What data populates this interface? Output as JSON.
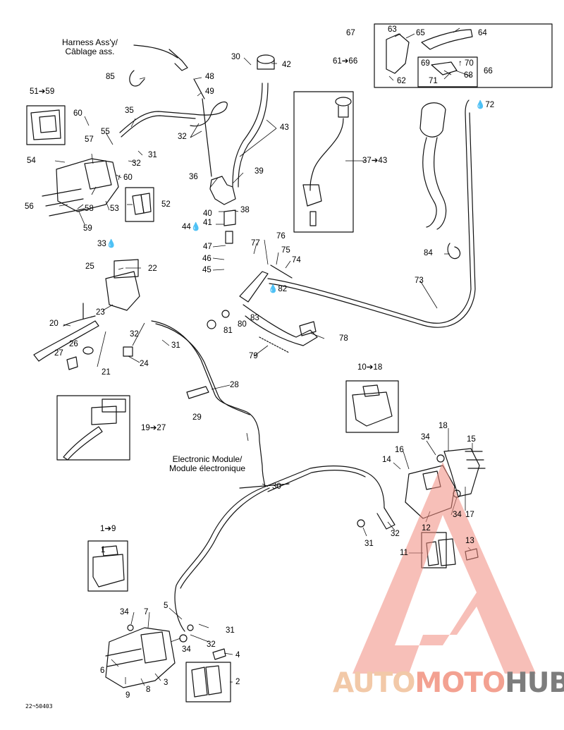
{
  "diagram": {
    "drawing_code": "22¬50403",
    "notes": {
      "harness_en": "Harness Ass'y/",
      "harness_fr": "Câblage ass.",
      "module_en": "Electronic Module/",
      "module_fr": "Module électronique"
    },
    "group_ranges": {
      "caliper_front_top": "51➔59",
      "handlebar_lever": "19➔27",
      "reservoir_box": "37➔43",
      "lever_box": "61➔66",
      "rear_caliper": "10➔18",
      "front_caliper": "1➔9"
    },
    "fluid_points": {
      "p33": "33",
      "p44": "44",
      "p82": "82",
      "p72": "72"
    },
    "labels": {
      "l1": "1",
      "l2": "2",
      "l3": "3",
      "l4": "4",
      "l5": "5",
      "l6": "6",
      "l7": "7",
      "l8": "8",
      "l9": "9",
      "l11": "11",
      "l12": "12",
      "l13": "13",
      "l14": "14",
      "l15": "15",
      "l16": "16",
      "l17": "17",
      "l18": "18",
      "l20": "20",
      "l21": "21",
      "l22": "22",
      "l23": "23",
      "l24": "24",
      "l25": "25",
      "l26": "26",
      "l27": "27",
      "l28": "28",
      "l29": "29",
      "l30a": "30",
      "l30b": "30",
      "l31a": "31",
      "l31b": "31",
      "l31c": "31",
      "l31d": "31",
      "l32a": "32",
      "l32b": "32",
      "l32c": "32",
      "l32d": "32",
      "l32e": "32",
      "l34a": "34",
      "l34b": "34",
      "l34c": "34",
      "l34d": "34",
      "l35": "35",
      "l36": "36",
      "l38": "38",
      "l39": "39",
      "l40": "40",
      "l41": "41",
      "l42": "42",
      "l43": "43",
      "l45": "45",
      "l46": "46",
      "l47": "47",
      "l48": "48",
      "l49": "49",
      "l52": "52",
      "l53": "53",
      "l54": "54",
      "l55": "55",
      "l56": "56",
      "l57": "57",
      "l58": "58",
      "l59": "59",
      "l60a": "60",
      "l60b": "60",
      "l62": "62",
      "l63": "63",
      "l64": "64",
      "l65": "65",
      "l66": "66",
      "l67": "67",
      "l68": "68",
      "l69": "69",
      "l70": "70",
      "l71": "71",
      "l73": "73",
      "l74": "74",
      "l75": "75",
      "l76": "76",
      "l77": "77",
      "l78": "78",
      "l79": "79",
      "l80": "80",
      "l81": "81",
      "l83": "83",
      "l84": "84",
      "l85": "85"
    }
  },
  "watermark": {
    "part1": "AUTO",
    "part2": "MOTO",
    "part3": "HUB",
    "colors": {
      "auto": "#f2c9a8",
      "moto": "#f3a191",
      "hub": "#7d7d7d",
      "triangle": "#f08a7e"
    }
  }
}
